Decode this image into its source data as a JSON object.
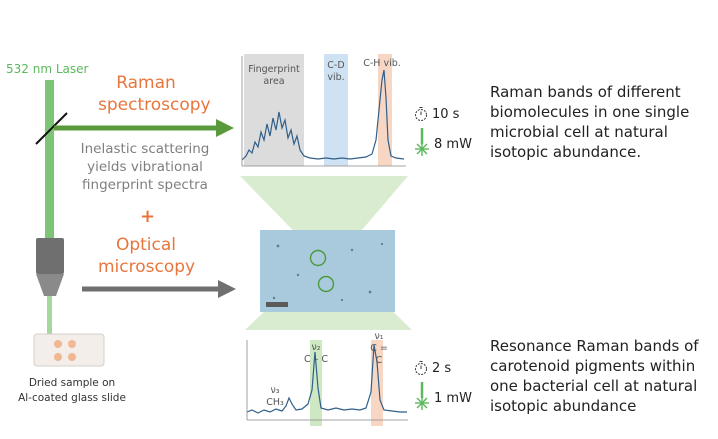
{
  "laser": {
    "label": "532 nm Laser"
  },
  "raman": {
    "title_line1": "Raman",
    "title_line2": "spectroscopy",
    "desc_line1": "Inelastic scattering",
    "desc_line2": "yields vibrational",
    "desc_line3": "fingerprint spectra"
  },
  "plus": "+",
  "optical": {
    "line1": "Optical",
    "line2": "microscopy"
  },
  "sample": {
    "line1": "Dried sample on",
    "line2": "Al-coated glass slide"
  },
  "top_spectrum": {
    "fingerprint_line1": "Fingerprint",
    "fingerprint_line2": "area",
    "cd_line1": "C-D",
    "cd_line2": "vib.",
    "ch": "C-H vib.",
    "time": "10 s",
    "power": "8 mW"
  },
  "bottom_spectrum": {
    "nu1": "ν₁",
    "nu1_bond": "C = C",
    "nu2": "ν₂",
    "nu2_bond": "C – C",
    "nu3": "ν₃",
    "nu3_group": "CH₃",
    "time": "2 s",
    "power": "1 mW"
  },
  "right_top": {
    "line1": "Raman bands of different",
    "line2": "biomolecules in one single",
    "line3": "microbial cell at natural",
    "line4": "isotopic abundance."
  },
  "right_bottom": {
    "line1": "Resonance Raman bands of",
    "line2": "carotenoid pigments within",
    "line3": "one bacterial cell at natural",
    "line4": "isotopic abundance"
  },
  "colors": {
    "laser": "#7cc576",
    "arrow_green": "#5a9a3c",
    "arrow_gray": "#6f6f6f",
    "orange": "#e8763c",
    "spectrum_blue": "#2f5f8a",
    "band_gray": "#d9d9d9",
    "band_blue": "#cfe2f3",
    "band_orange": "#f7d7c4",
    "cone": "#cfe8c4",
    "image_bg": "#a9c9dc"
  },
  "icons": [
    "stopwatch-icon",
    "laser-star-icon"
  ]
}
